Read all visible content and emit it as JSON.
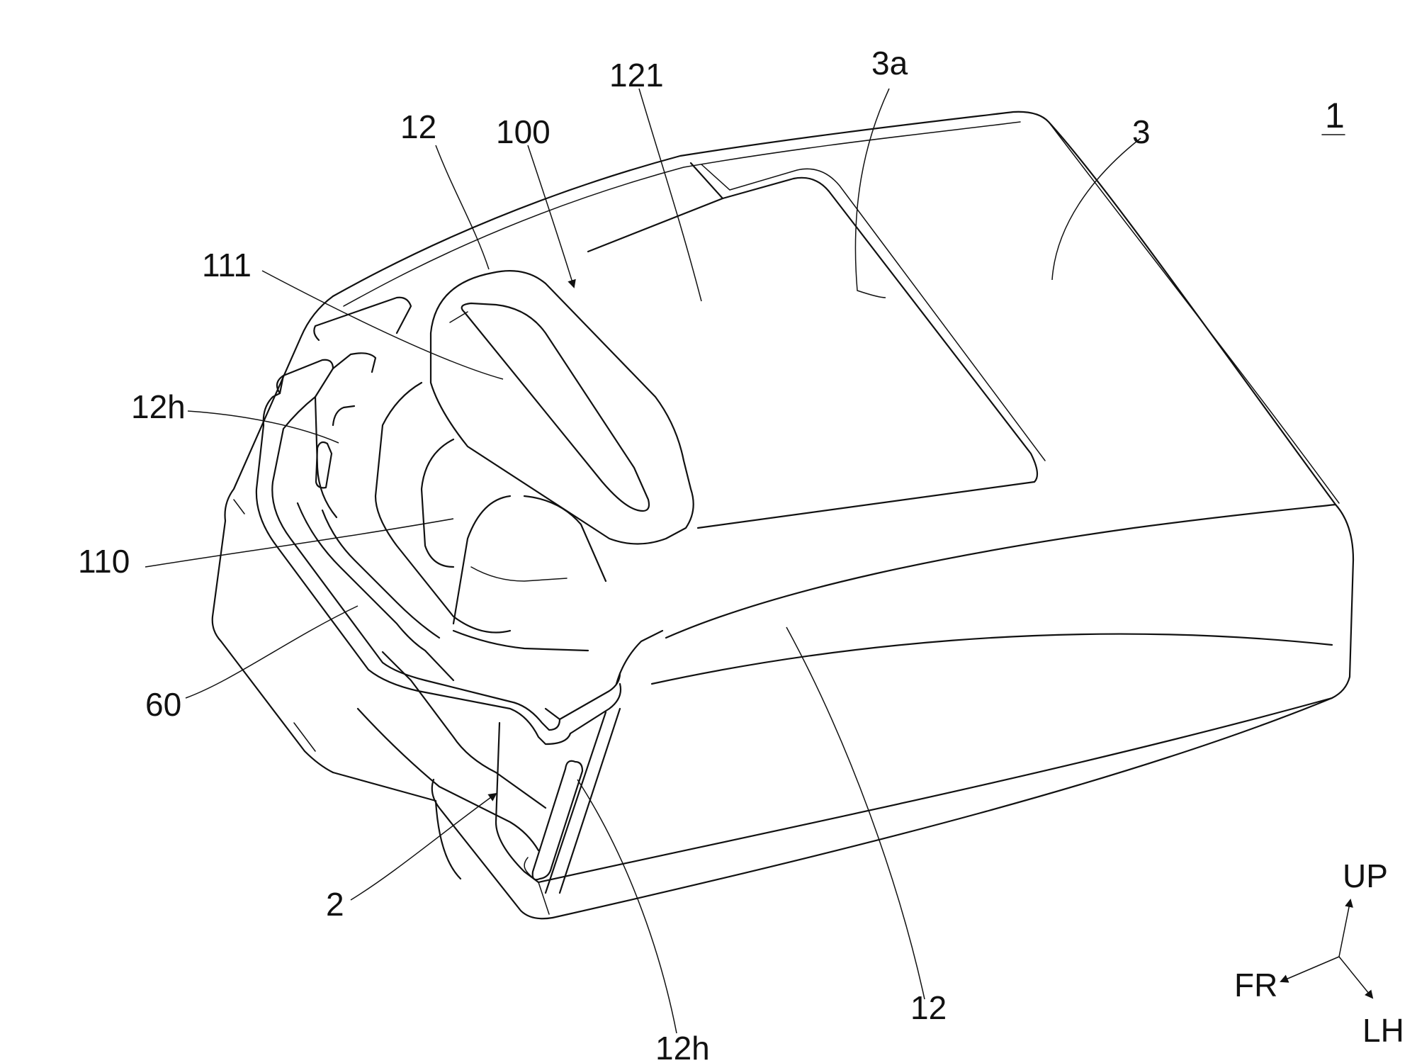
{
  "figure": {
    "id_label": "1"
  },
  "labels": {
    "l121": "121",
    "l3a": "3a",
    "l12_top": "12",
    "l100": "100",
    "l3": "3",
    "l111": "111",
    "l12h_left": "12h",
    "l110": "110",
    "l60": "60",
    "l2": "2",
    "l12h_bottom": "12h",
    "l12_bottom": "12"
  },
  "axes": {
    "up": "UP",
    "fr": "FR",
    "lh": "LH"
  }
}
